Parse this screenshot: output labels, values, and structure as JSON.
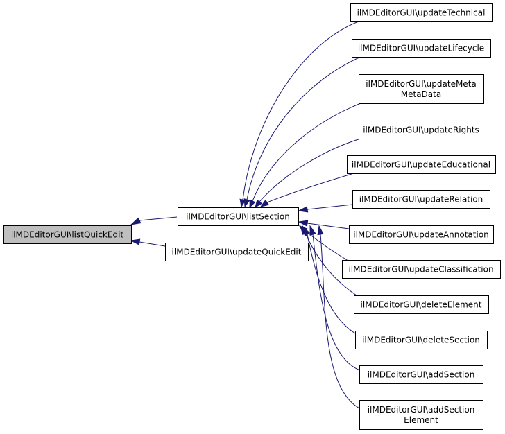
{
  "colors": {
    "edge": "#191970",
    "root_fill": "#bfbfbf",
    "node_fill": "#ffffff",
    "border": "#000000"
  },
  "nodes": [
    {
      "id": "listQuickEdit",
      "lines": [
        "ilMDEditorGUI\\listQuickEdit"
      ],
      "root": true
    },
    {
      "id": "listSection",
      "lines": [
        "ilMDEditorGUI\\listSection"
      ]
    },
    {
      "id": "updateQuickEdit",
      "lines": [
        "ilMDEditorGUI\\updateQuickEdit"
      ]
    },
    {
      "id": "updateTechnical",
      "lines": [
        "ilMDEditorGUI\\updateTechnical"
      ]
    },
    {
      "id": "updateLifecycle",
      "lines": [
        "ilMDEditorGUI\\updateLifecycle"
      ]
    },
    {
      "id": "updateMetaMetaData",
      "lines": [
        "ilMDEditorGUI\\updateMeta",
        "MetaData"
      ]
    },
    {
      "id": "updateRights",
      "lines": [
        "ilMDEditorGUI\\updateRights"
      ]
    },
    {
      "id": "updateEducational",
      "lines": [
        "ilMDEditorGUI\\updateEducational"
      ]
    },
    {
      "id": "updateRelation",
      "lines": [
        "ilMDEditorGUI\\updateRelation"
      ]
    },
    {
      "id": "updateAnnotation",
      "lines": [
        "ilMDEditorGUI\\updateAnnotation"
      ]
    },
    {
      "id": "updateClassification",
      "lines": [
        "ilMDEditorGUI\\updateClassification"
      ]
    },
    {
      "id": "deleteElement",
      "lines": [
        "ilMDEditorGUI\\deleteElement"
      ]
    },
    {
      "id": "deleteSection",
      "lines": [
        "ilMDEditorGUI\\deleteSection"
      ]
    },
    {
      "id": "addSection",
      "lines": [
        "ilMDEditorGUI\\addSection"
      ]
    },
    {
      "id": "addSectionElement",
      "lines": [
        "ilMDEditorGUI\\addSection",
        "Element"
      ]
    }
  ],
  "edges": [
    {
      "from": "listSection",
      "to": "listQuickEdit"
    },
    {
      "from": "updateQuickEdit",
      "to": "listQuickEdit"
    },
    {
      "from": "updateTechnical",
      "to": "listSection"
    },
    {
      "from": "updateLifecycle",
      "to": "listSection"
    },
    {
      "from": "updateMetaMetaData",
      "to": "listSection"
    },
    {
      "from": "updateRights",
      "to": "listSection"
    },
    {
      "from": "updateEducational",
      "to": "listSection"
    },
    {
      "from": "updateRelation",
      "to": "listSection"
    },
    {
      "from": "updateAnnotation",
      "to": "listSection"
    },
    {
      "from": "updateClassification",
      "to": "listSection"
    },
    {
      "from": "deleteElement",
      "to": "listSection"
    },
    {
      "from": "deleteSection",
      "to": "listSection"
    },
    {
      "from": "addSection",
      "to": "listSection"
    },
    {
      "from": "addSectionElement",
      "to": "listSection"
    }
  ]
}
